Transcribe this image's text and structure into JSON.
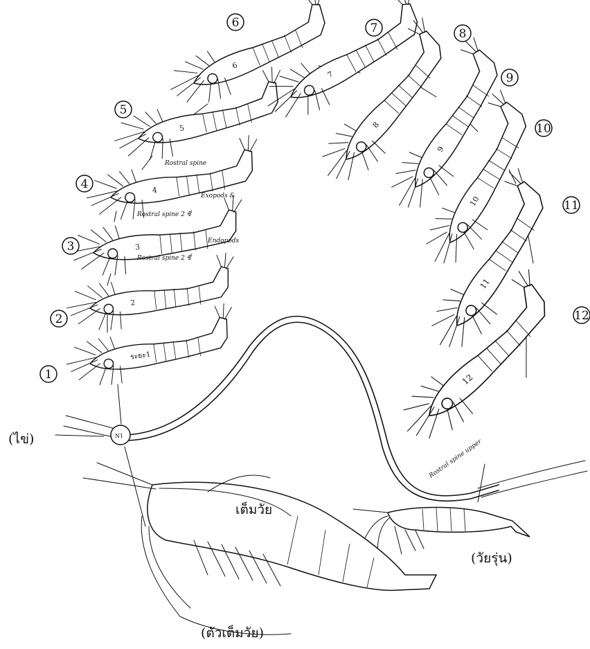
{
  "labels": {
    "egg": "(ไข่)",
    "juvenile": "(วัยรุ่น)",
    "adult": "(ตัวเต็มวัย)",
    "adult_body": "เต็มวัย",
    "rostral_spine": "Rostral spine",
    "rostral_spine_2": "Rostral spine 2 ซี่",
    "rostral_spine_3": "Rostral spine 2 ซี่",
    "rostral_spine_upper": "Rostral spine upper",
    "endopods": "Endopods",
    "exopods": "Exopods &",
    "hatch": "N1"
  },
  "stages": [
    "1",
    "2",
    "3",
    "4",
    "5",
    "6",
    "7",
    "8",
    "9",
    "10",
    "11",
    "12"
  ],
  "stage_body_labels": [
    "ระยะ1",
    "2",
    "3",
    "4",
    "5",
    "6",
    "7",
    "8",
    "9",
    "10",
    "11",
    "12"
  ]
}
